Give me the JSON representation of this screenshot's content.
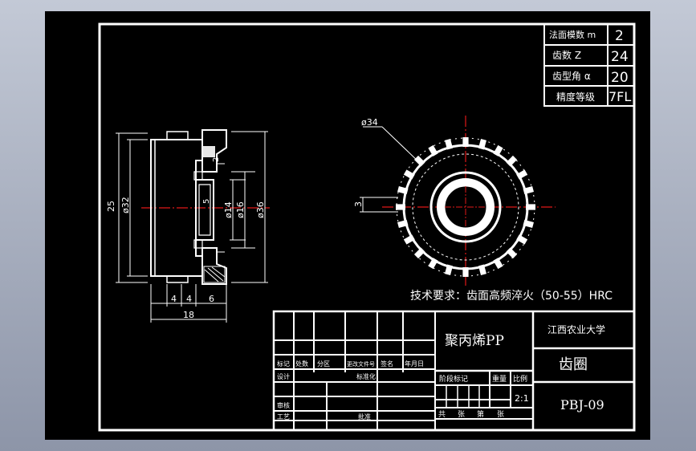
{
  "params": [
    {
      "label": "法面模数  m",
      "value": "2"
    },
    {
      "label": "齿数  Z",
      "value": "24"
    },
    {
      "label": "齿型角  α",
      "value": "20"
    },
    {
      "label": "精度等级",
      "value": "7FL"
    }
  ],
  "dims": {
    "d34": "ø34",
    "d32": "ø32",
    "d36": "ø36",
    "d16": "ø16",
    "d14": "ø14",
    "len25": "25",
    "tooth3": "3",
    "w4a": "4",
    "w4b": "4",
    "w6": "6",
    "len18": "18",
    "r2": "2",
    "r5": "5"
  },
  "tech_requirement": "技术要求：齿面高频淬火（50-55）HRC",
  "title_block": {
    "material": "聚丙烯PP",
    "school": "江西农业大学",
    "part_name": "齿圈",
    "drawing_no": "PBJ-09",
    "scale_value": "2:1",
    "revision_headers": [
      "标记",
      "处数",
      "分区",
      "更改文件号",
      "签名",
      "年月日"
    ],
    "design": "设计",
    "standardize": "标准化",
    "review": "审核",
    "process": "工艺",
    "approve": "批准",
    "stage_mark": "阶段标记",
    "weight": "重量",
    "scale": "比例",
    "sheets_total": "共",
    "sheet_word1": "张",
    "sheets_no": "第",
    "sheet_word2": "张"
  }
}
